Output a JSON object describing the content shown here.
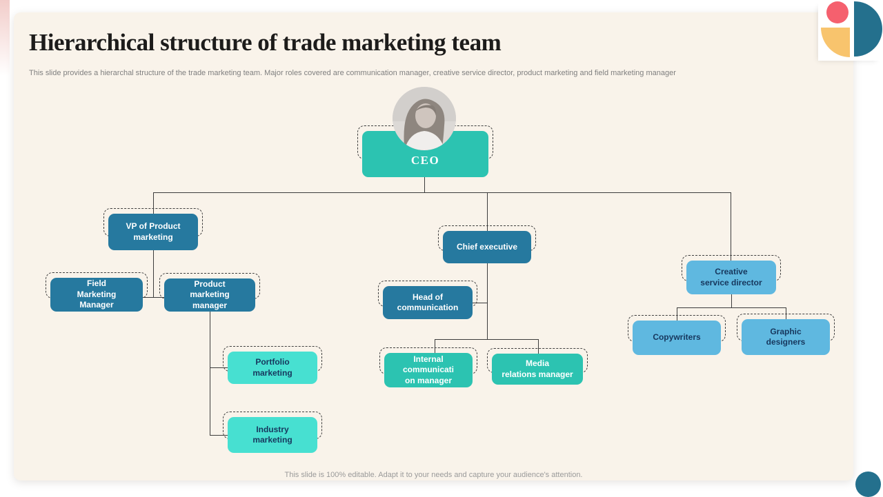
{
  "slide": {
    "title": "Hierarchical structure of trade marketing team",
    "subtitle": "This slide provides a hierarchal structure of the trade marketing team. Major roles covered are communication manager, creative service director, product marketing and field marketing manager",
    "footer": "This slide is 100% editable.  Adapt it to your needs and capture your audience's attention."
  },
  "org": {
    "ceo": "CEO",
    "vp_product": "VP of Product\nmarketing",
    "field_marketing": "Field\nMarketing\nManager",
    "product_marketing": "Product\nmarketing\nmanager",
    "portfolio_marketing": "Portfolio\nmarketing",
    "industry_marketing": "Industry\nmarketing",
    "chief_executive": "Chief executive",
    "head_of_communication": "Head of\ncommunication",
    "internal_communication": "Internal\ncommunicati\non manager",
    "media_relations": "Media\nrelations manager",
    "creative_service_director": "Creative\nservice director",
    "copywriters": "Copywriters",
    "graphic_designers": "Graphic\ndesigners"
  },
  "icons": {
    "ceo_photo": "woman-portrait-photo",
    "decor_top_right": [
      "pink-circle",
      "teal-half-circle",
      "yellow-quarter-circle"
    ],
    "decor_bottom_right": "teal-circle"
  },
  "colors": {
    "slide_background": "#f9f3ea",
    "teal_box": "#2cc3b1",
    "dark_blue_box": "#26799f",
    "light_blue_box": "#5fb8e0",
    "turquoise_box": "#47e0d1",
    "dark_text": "#17375d",
    "accent_pink": "#f5606e",
    "accent_yellow": "#f8c46d",
    "accent_dark_teal": "#24708d",
    "connector": "#3b3b3b"
  }
}
